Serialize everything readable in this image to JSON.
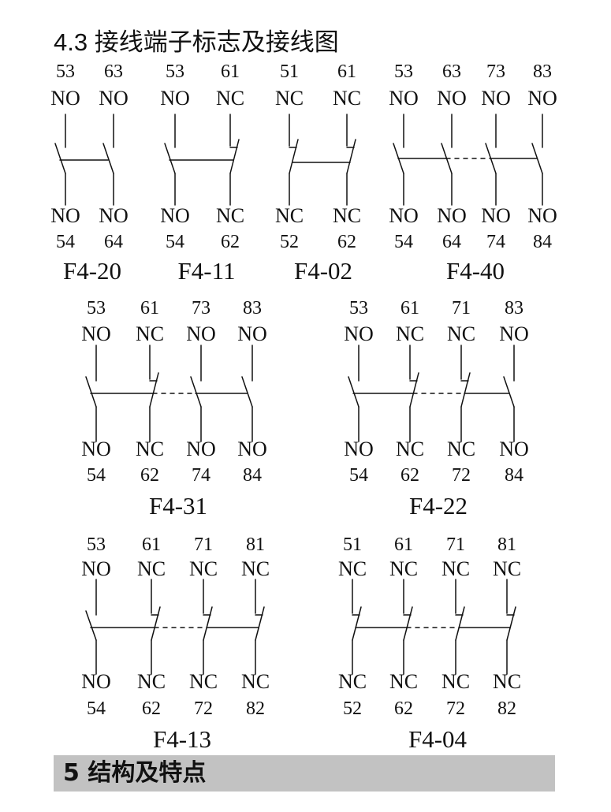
{
  "section_title": "4.3 接线端子标志及接线图",
  "next_section_title": "5 结构及特点",
  "blocks": [
    {
      "label": "F4-20",
      "contacts": [
        {
          "top_num": "53",
          "type": "NO",
          "bottom_num": "54"
        },
        {
          "top_num": "63",
          "type": "NO",
          "bottom_num": "64"
        }
      ]
    },
    {
      "label": "F4-11",
      "contacts": [
        {
          "top_num": "53",
          "type": "NO",
          "bottom_num": "54"
        },
        {
          "top_num": "61",
          "type": "NC",
          "bottom_num": "62"
        }
      ]
    },
    {
      "label": "F4-02",
      "contacts": [
        {
          "top_num": "51",
          "type": "NC",
          "bottom_num": "52"
        },
        {
          "top_num": "61",
          "type": "NC",
          "bottom_num": "62"
        }
      ]
    },
    {
      "label": "F4-40",
      "contacts": [
        {
          "top_num": "53",
          "type": "NO",
          "bottom_num": "54"
        },
        {
          "top_num": "63",
          "type": "NO",
          "bottom_num": "64"
        },
        {
          "top_num": "73",
          "type": "NO",
          "bottom_num": "74"
        },
        {
          "top_num": "83",
          "type": "NO",
          "bottom_num": "84"
        }
      ]
    },
    {
      "label": "F4-31",
      "contacts": [
        {
          "top_num": "53",
          "type": "NO",
          "bottom_num": "54"
        },
        {
          "top_num": "61",
          "type": "NC",
          "bottom_num": "62"
        },
        {
          "top_num": "73",
          "type": "NO",
          "bottom_num": "74"
        },
        {
          "top_num": "83",
          "type": "NO",
          "bottom_num": "84"
        }
      ]
    },
    {
      "label": "F4-22",
      "contacts": [
        {
          "top_num": "53",
          "type": "NO",
          "bottom_num": "54"
        },
        {
          "top_num": "61",
          "type": "NC",
          "bottom_num": "62"
        },
        {
          "top_num": "71",
          "type": "NC",
          "bottom_num": "72"
        },
        {
          "top_num": "83",
          "type": "NO",
          "bottom_num": "84"
        }
      ]
    },
    {
      "label": "F4-13",
      "contacts": [
        {
          "top_num": "53",
          "type": "NO",
          "bottom_num": "54"
        },
        {
          "top_num": "61",
          "type": "NC",
          "bottom_num": "62"
        },
        {
          "top_num": "71",
          "type": "NC",
          "bottom_num": "72"
        },
        {
          "top_num": "81",
          "type": "NC",
          "bottom_num": "82"
        }
      ]
    },
    {
      "label": "F4-04",
      "contacts": [
        {
          "top_num": "51",
          "type": "NC",
          "bottom_num": "52"
        },
        {
          "top_num": "61",
          "type": "NC",
          "bottom_num": "62"
        },
        {
          "top_num": "71",
          "type": "NC",
          "bottom_num": "72"
        },
        {
          "top_num": "81",
          "type": "NC",
          "bottom_num": "82"
        }
      ]
    }
  ]
}
